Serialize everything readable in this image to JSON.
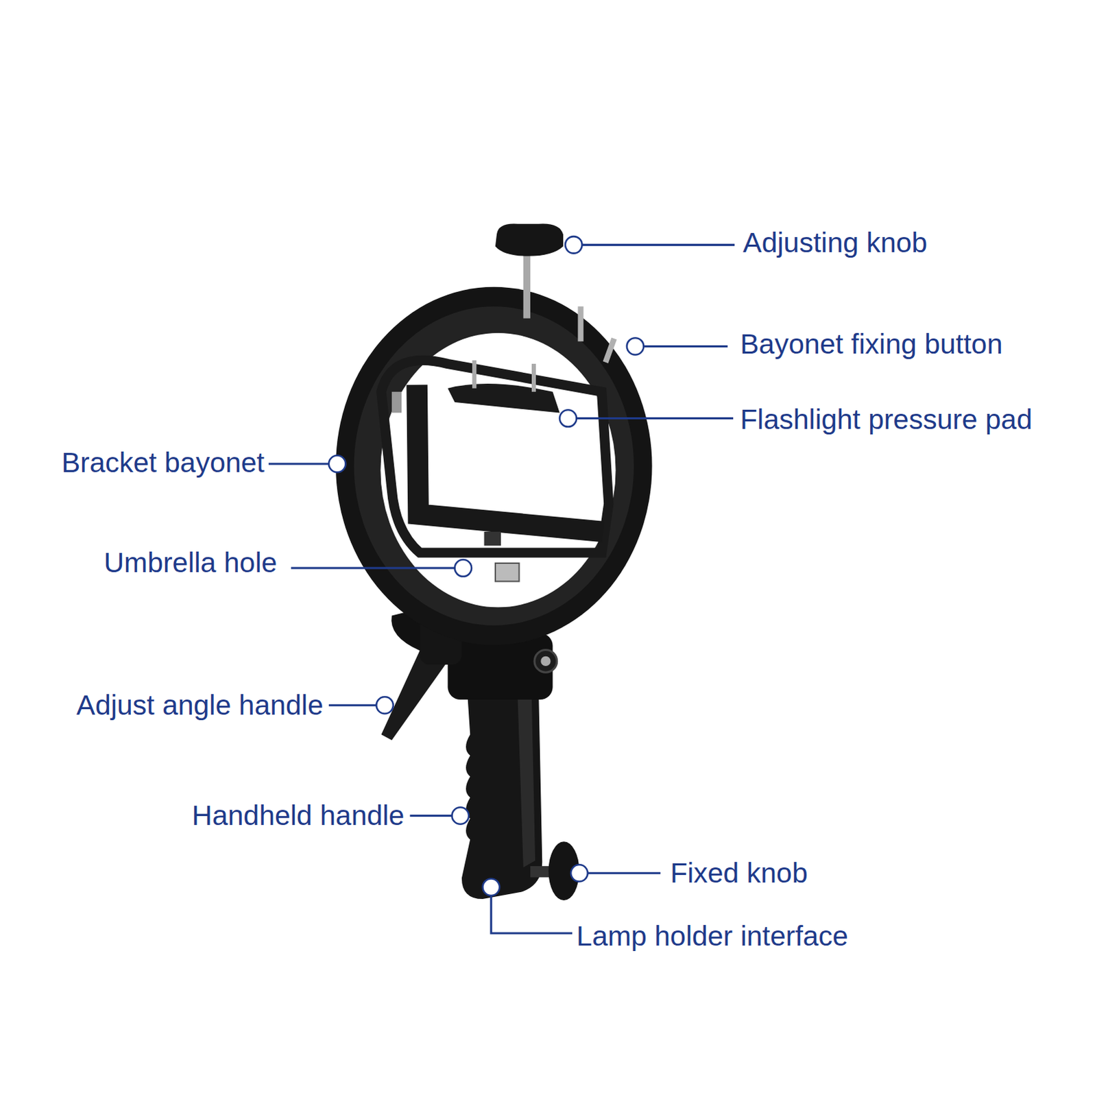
{
  "diagram": {
    "labels": [
      "Adjusting knob",
      "Bayonet fixing button",
      "Flashlight pressure pad",
      "Bracket bayonet",
      "Umbrella hole",
      "Adjust angle handle",
      "Handheld handle",
      "Fixed knob",
      "Lamp holder interface"
    ]
  }
}
